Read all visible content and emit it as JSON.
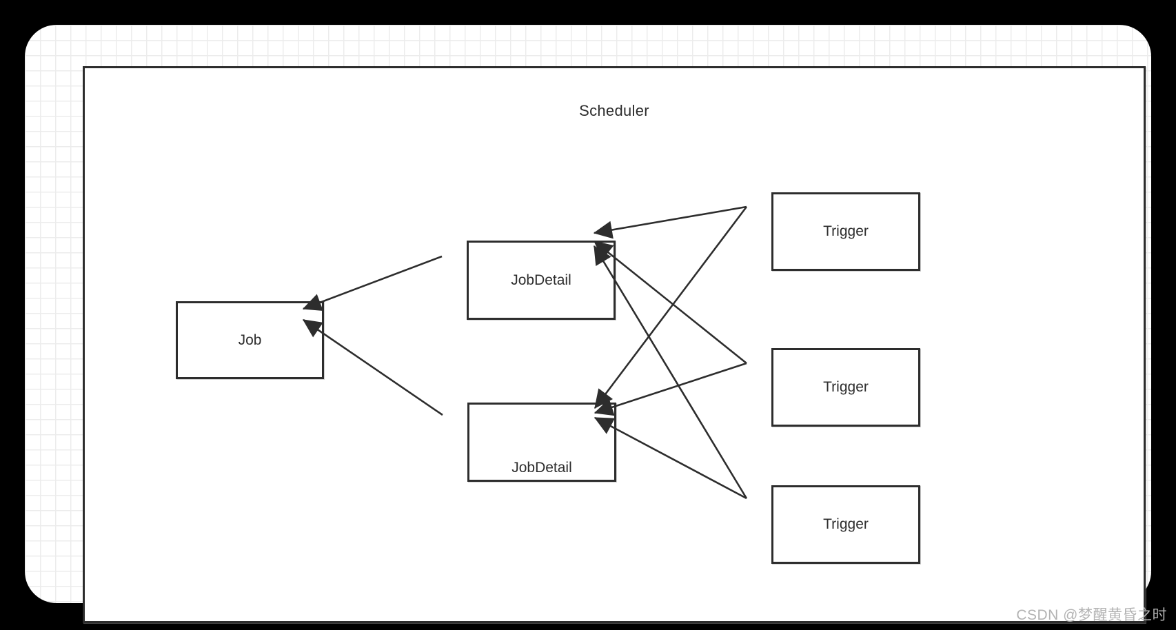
{
  "diagram": {
    "container_label": "Scheduler",
    "nodes": [
      {
        "id": "job",
        "label": "Job"
      },
      {
        "id": "jobdetail-1",
        "label": "JobDetail"
      },
      {
        "id": "jobdetail-2",
        "label": "JobDetail"
      },
      {
        "id": "trigger-1",
        "label": "Trigger"
      },
      {
        "id": "trigger-2",
        "label": "Trigger"
      },
      {
        "id": "trigger-3",
        "label": "Trigger"
      }
    ],
    "edges": [
      {
        "from": "jobdetail-1",
        "to": "job"
      },
      {
        "from": "jobdetail-2",
        "to": "job"
      },
      {
        "from": "trigger-1",
        "to": "jobdetail-1"
      },
      {
        "from": "trigger-1",
        "to": "jobdetail-2"
      },
      {
        "from": "trigger-2",
        "to": "jobdetail-1"
      },
      {
        "from": "trigger-2",
        "to": "jobdetail-2"
      },
      {
        "from": "trigger-3",
        "to": "jobdetail-1"
      },
      {
        "from": "trigger-3",
        "to": "jobdetail-2"
      }
    ],
    "colors": {
      "background": "#000000",
      "card": "#ffffff",
      "grid": "#ececec",
      "stroke": "#2d2d2d"
    }
  },
  "watermark": {
    "text": "CSDN @梦醒黄昏之时",
    "color": "#b3b3b3"
  }
}
